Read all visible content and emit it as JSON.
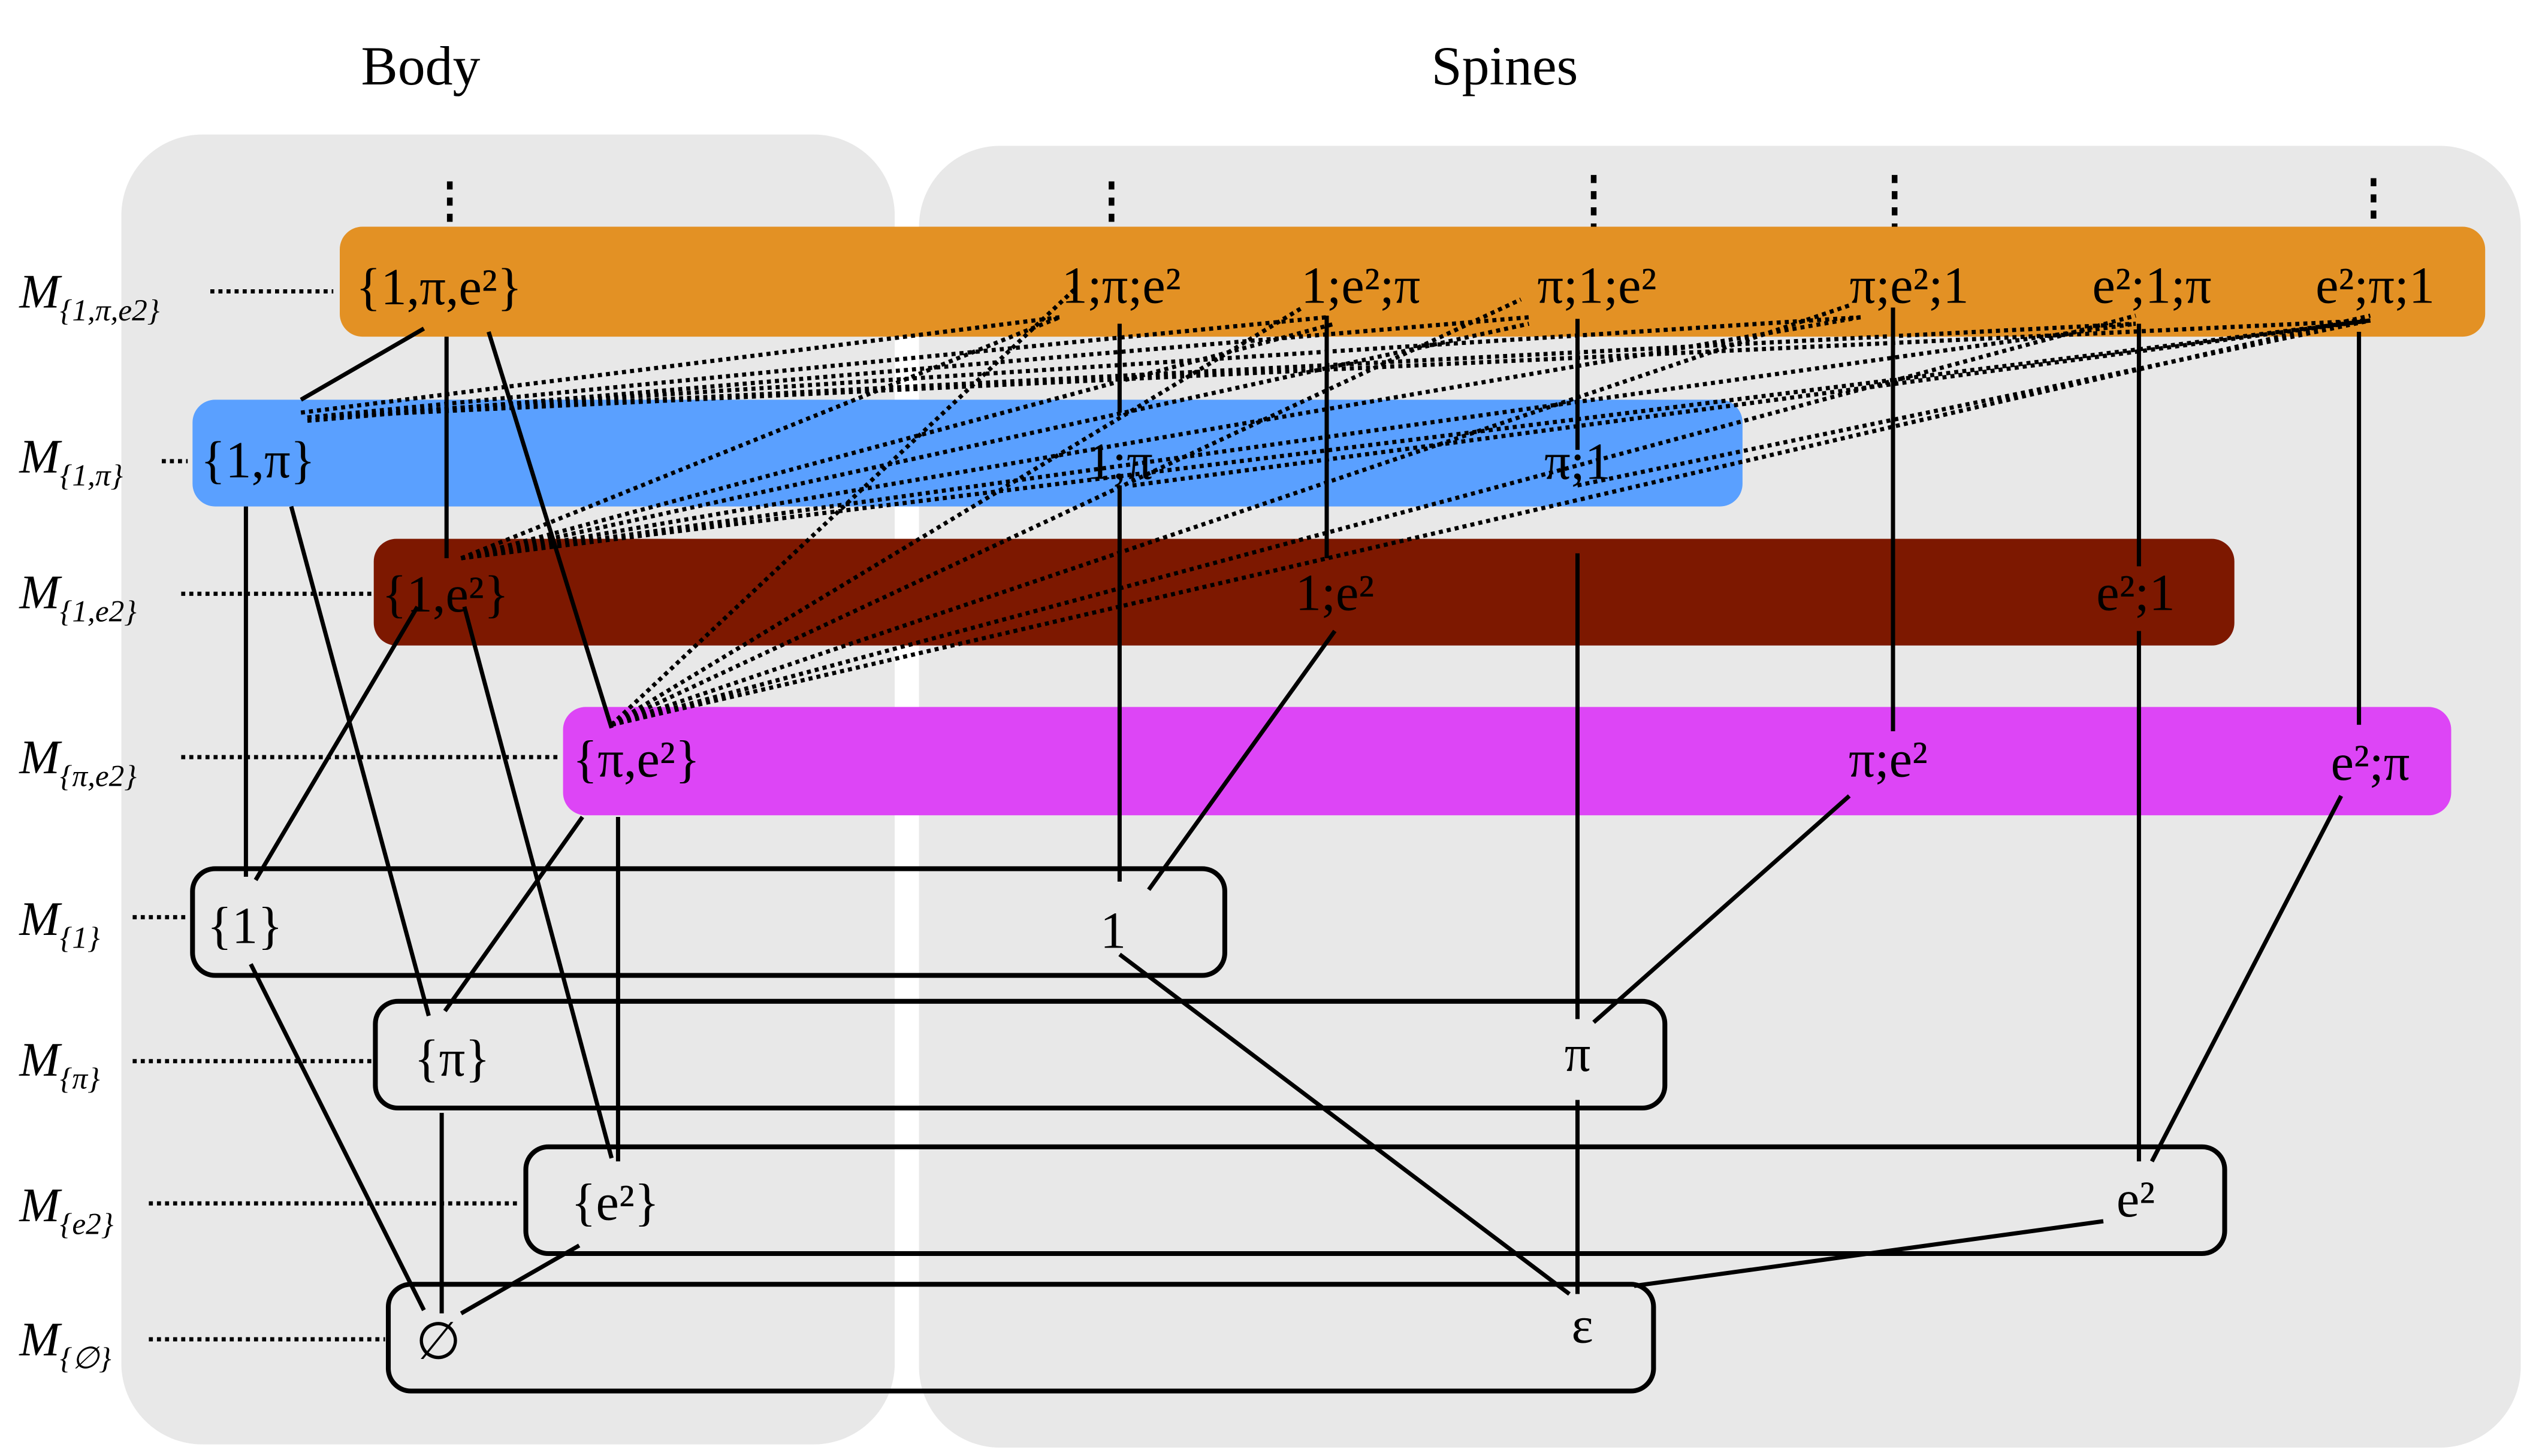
{
  "headers": {
    "body": "Body",
    "spines": "Spines"
  },
  "colors": {
    "panel": "#e8e8e8",
    "level_1pi_e2": "#e39124",
    "level_1pi": "#5aa0ff",
    "level_1e2": "#7d1800",
    "level_pi_e2": "#dd45f6",
    "outline": "#000000"
  },
  "levels": [
    {
      "id": "M_1_pi_e2",
      "label_main": "M",
      "label_sub": "{1,π,e2}",
      "body": "{1,π,e²}",
      "spines": [
        "1;π;e²",
        "1;e²;π",
        "π;1;e²",
        "π;e²;1",
        "e²;1;π",
        "e²;π;1"
      ]
    },
    {
      "id": "M_1_pi",
      "label_main": "M",
      "label_sub": "{1,π}",
      "body": "{1,π}",
      "spines": [
        "1;π",
        "π;1"
      ]
    },
    {
      "id": "M_1_e2",
      "label_main": "M",
      "label_sub": "{1,e2}",
      "body": "{1,e²}",
      "spines": [
        "1;e²",
        "e²;1"
      ]
    },
    {
      "id": "M_pi_e2",
      "label_main": "M",
      "label_sub": "{π,e2}",
      "body": "{π,e²}",
      "spines": [
        "π;e²",
        "e²;π"
      ]
    },
    {
      "id": "M_1",
      "label_main": "M",
      "label_sub": "{1}",
      "body": "{1}",
      "spines": [
        "1"
      ]
    },
    {
      "id": "M_pi",
      "label_main": "M",
      "label_sub": "{π}",
      "body": "{π}",
      "spines": [
        "π"
      ]
    },
    {
      "id": "M_e2",
      "label_main": "M",
      "label_sub": "{e2}",
      "body": "{e²}",
      "spines": [
        "e²"
      ]
    },
    {
      "id": "M_empty",
      "label_main": "M",
      "label_sub": "{∅}",
      "body": "∅",
      "spines": [
        "ε"
      ]
    }
  ],
  "ellipsis": "⋮"
}
